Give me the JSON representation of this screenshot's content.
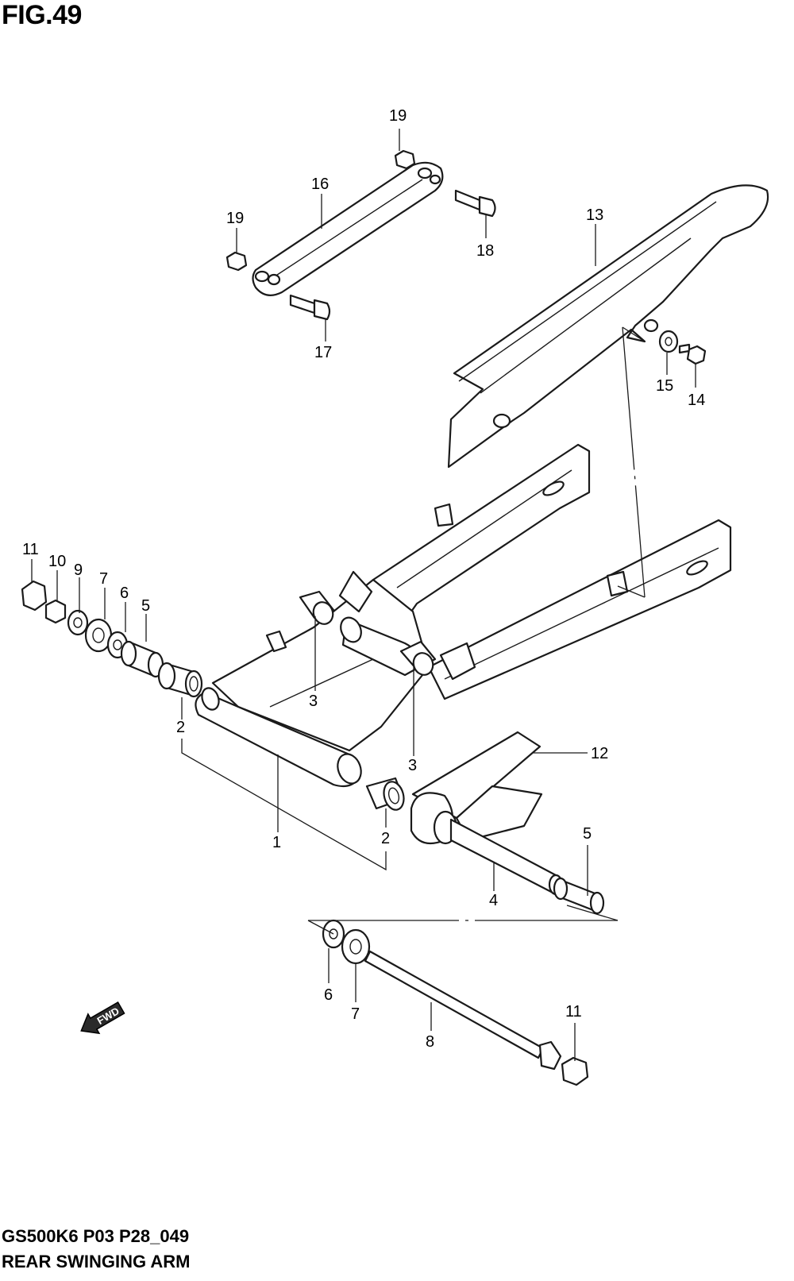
{
  "figure": {
    "title": "FIG.49",
    "model_code": "GS500K6 P03 P28_049",
    "section_name": "REAR SWINGING ARM"
  },
  "callouts": {
    "c1": "1",
    "c2a": "2",
    "c2b": "2",
    "c3a": "3",
    "c3b": "3",
    "c4": "4",
    "c5a": "5",
    "c5b": "5",
    "c6a": "6",
    "c6b": "6",
    "c7a": "7",
    "c7b": "7",
    "c8": "8",
    "c9": "9",
    "c10": "10",
    "c11a": "11",
    "c11b": "11",
    "c12": "12",
    "c13": "13",
    "c14": "14",
    "c15": "15",
    "c16": "16",
    "c17": "17",
    "c18": "18",
    "c19a": "19",
    "c19b": "19"
  },
  "fwd_arrow": {
    "label": "FWD",
    "icon": "fwd-arrow-icon"
  }
}
